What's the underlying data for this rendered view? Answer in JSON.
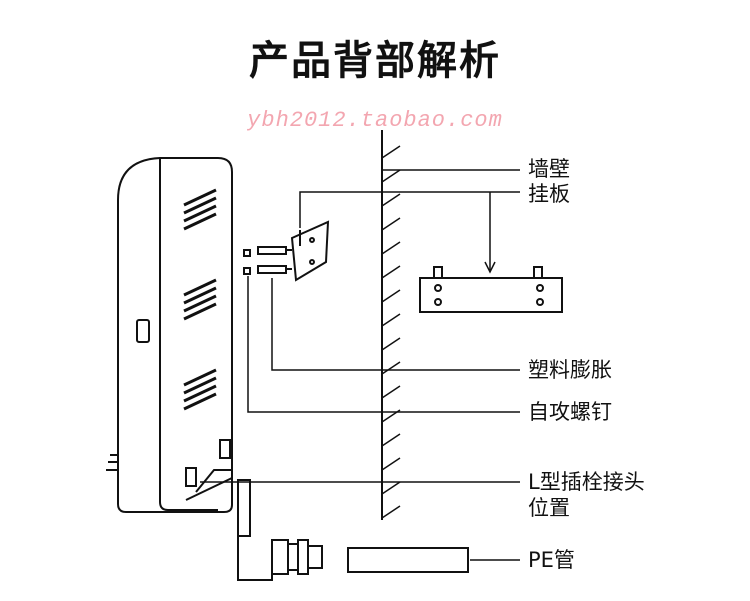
{
  "title": "产品背部解析",
  "watermark": "ybh2012.taobao.com",
  "labels": {
    "wall": "墙壁",
    "hanging_plate": "挂板",
    "plastic_anchor": "塑料膨胀",
    "self_tapping_screw": "自攻螺钉",
    "l_plug_joint_line1": "L型插栓接头",
    "l_plug_joint_line2": "位置",
    "pe_pipe": "PE管"
  },
  "colors": {
    "ink": "#111111",
    "watermark": "#f3a6b0"
  }
}
